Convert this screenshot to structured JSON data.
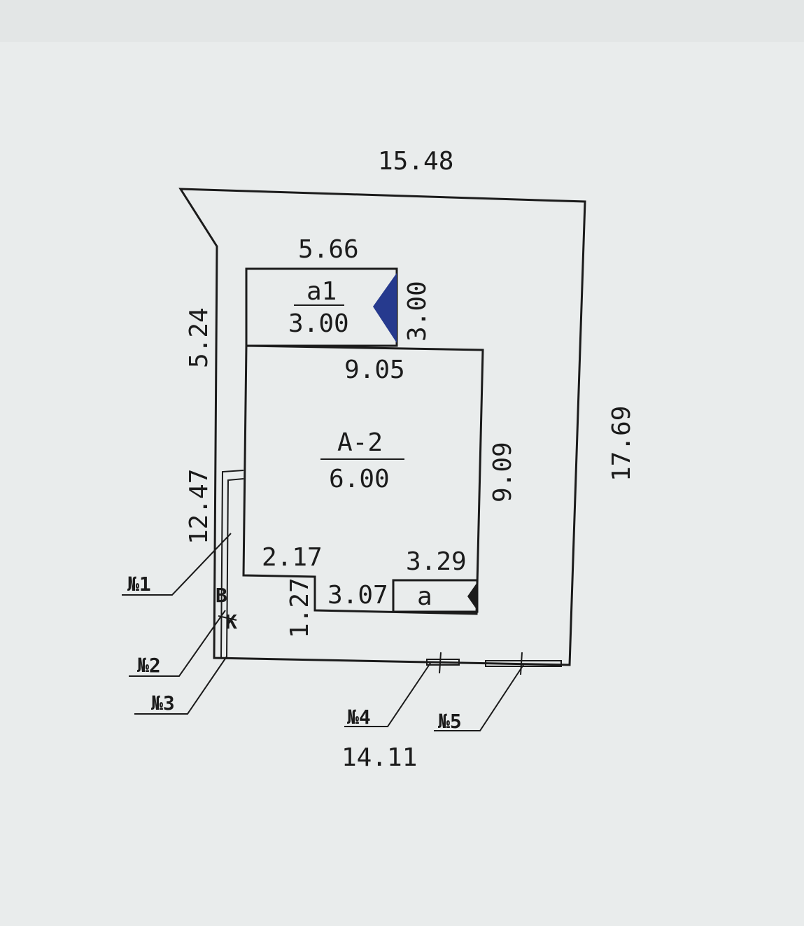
{
  "parcel": {
    "top_dim": "15.48",
    "left_upper_dim": "5.24",
    "left_lower_dim": "12.47",
    "right_dim": "17.69",
    "bottom_dim": "14.11"
  },
  "house": {
    "name": "А-2",
    "value": "6.00",
    "top_dim": "9.05",
    "right_dim": "9.09",
    "inner_left_dim": "2.17",
    "inner_right_dim": "3.29",
    "notch_width_dim": "3.07",
    "notch_depth_dim": "1.27",
    "fill_color": "#d9c2c2"
  },
  "annex_a1": {
    "name": "а1",
    "value": "3.00",
    "top_dim": "5.66",
    "side_dim": "3.00",
    "triangle_color": "#263a8e"
  },
  "annex_a": {
    "name": "а"
  },
  "markers": {
    "n1": "№1",
    "n2": "№2",
    "n3": "№3",
    "n4": "№4",
    "n5": "№5"
  },
  "utilities": {
    "water": "В",
    "sewer": "К"
  }
}
